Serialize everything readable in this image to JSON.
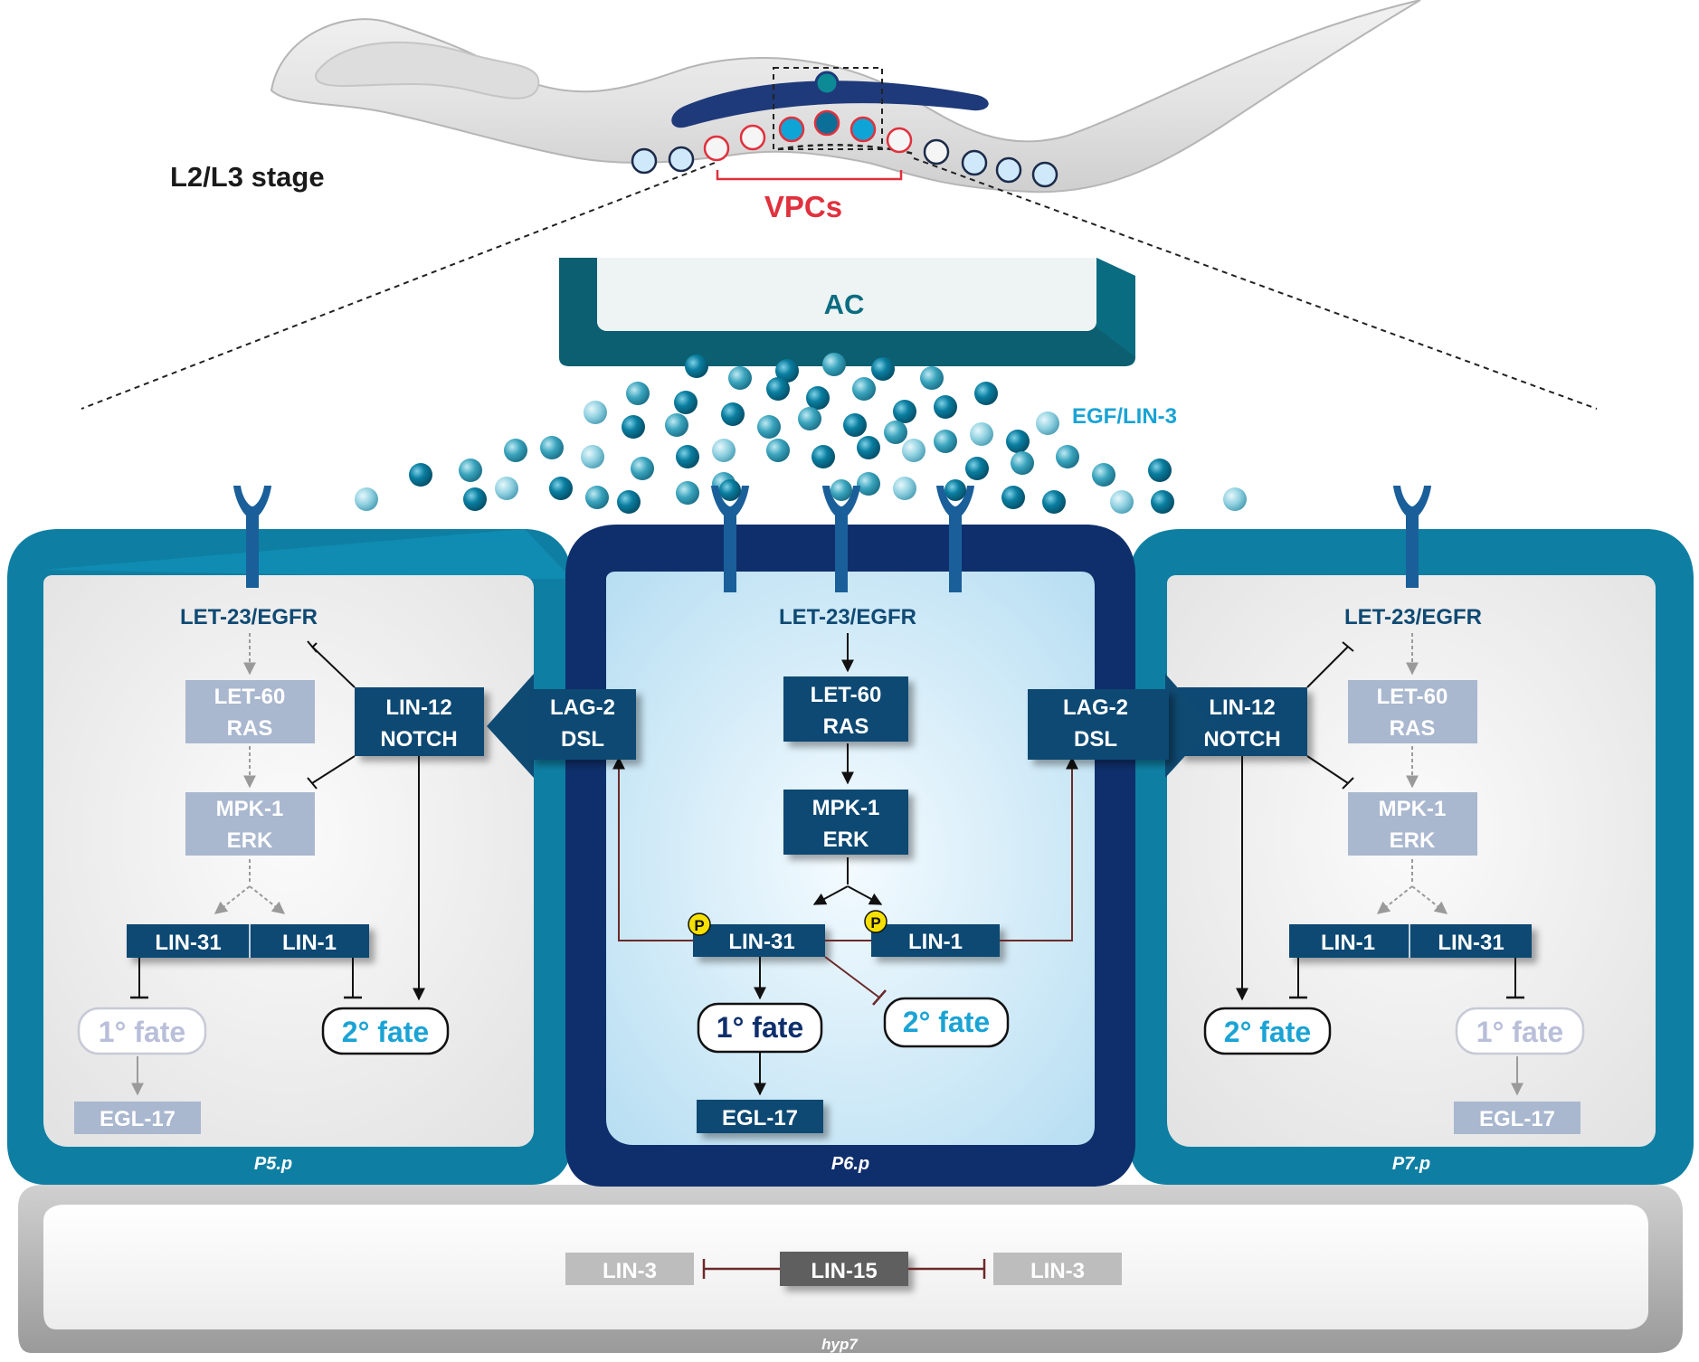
{
  "top": {
    "stage": "L2/L3 stage",
    "vpcs": "VPCs"
  },
  "ac": "AC",
  "egf": "EGF/LIN-3",
  "cells": {
    "p5": {
      "label": "P5.p",
      "receptor": "LET-23/EGFR",
      "ras": [
        "LET-60",
        "RAS"
      ],
      "erk": [
        "MPK-1",
        "ERK"
      ],
      "notch": [
        "LIN-12",
        "NOTCH"
      ],
      "tf_left": "LIN-31",
      "tf_right": "LIN-1",
      "fate1": "1° fate",
      "fate2": "2° fate",
      "target": "EGL-17"
    },
    "p6": {
      "label": "P6.p",
      "receptor": "LET-23/EGFR",
      "ras": [
        "LET-60",
        "RAS"
      ],
      "erk": [
        "MPK-1",
        "ERK"
      ],
      "tf_left": "LIN-31",
      "tf_right": "LIN-1",
      "phospho": "P",
      "fate1": "1° fate",
      "fate2": "2° fate",
      "target": "EGL-17"
    },
    "p7": {
      "label": "P7.p",
      "receptor": "LET-23/EGFR",
      "ras": [
        "LET-60",
        "RAS"
      ],
      "erk": [
        "MPK-1",
        "ERK"
      ],
      "notch": [
        "LIN-12",
        "NOTCH"
      ],
      "tf_left": "LIN-1",
      "tf_right": "LIN-31",
      "fate1": "1° fate",
      "fate2": "2° fate",
      "target": "EGL-17"
    }
  },
  "lag2": [
    "LAG-2",
    "DSL"
  ],
  "hyp7": {
    "label": "hyp7",
    "left": "LIN-3",
    "center": "LIN-15",
    "right": "LIN-3"
  },
  "colors": {
    "outer_cell": "#0e7fa3",
    "inner_cell": "#0f2f6c",
    "box_dark": "#0f4a73",
    "box_faded": "#a9b7cf",
    "fate2_text": "#1aa3d4",
    "vpc_red": "#e0313d"
  }
}
